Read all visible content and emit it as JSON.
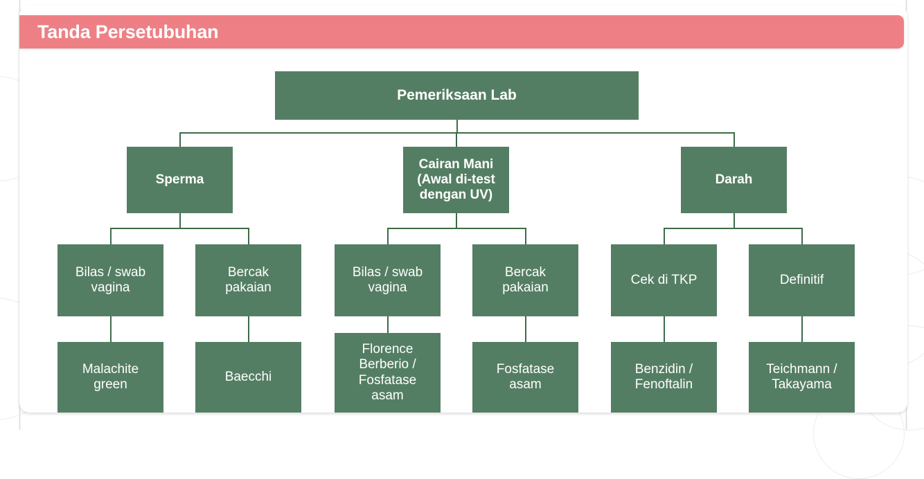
{
  "page": {
    "header": {
      "title": "Tanda Persetubuhan",
      "background_color": "#ee8085",
      "text_color": "#ffffff"
    },
    "node_color": "#547e63",
    "connector_color": "#3d6b47"
  },
  "chart_data": {
    "type": "diagram",
    "title": "Tanda Persetubuhan",
    "subtype": "tree-hierarchy",
    "root": "Pemeriksaan Lab",
    "levels": 4,
    "nodes": [
      {
        "id": "root",
        "label": "Pemeriksaan Lab",
        "level": 1,
        "parent": null
      },
      {
        "id": "sperma",
        "label": "Sperma",
        "level": 2,
        "parent": "root"
      },
      {
        "id": "cairan",
        "label": "Cairan Mani\n(Awal di-test\ndengan UV)",
        "level": 2,
        "parent": "root"
      },
      {
        "id": "darah",
        "label": "Darah",
        "level": 2,
        "parent": "root"
      },
      {
        "id": "s-bilas",
        "label": "Bilas / swab\nvagina",
        "level": 3,
        "parent": "sperma"
      },
      {
        "id": "s-bercak",
        "label": "Bercak\npakaian",
        "level": 3,
        "parent": "sperma"
      },
      {
        "id": "c-bilas",
        "label": "Bilas / swab\nvagina",
        "level": 3,
        "parent": "cairan"
      },
      {
        "id": "c-bercak",
        "label": "Bercak\npakaian",
        "level": 3,
        "parent": "cairan"
      },
      {
        "id": "d-cek",
        "label": "Cek di TKP",
        "level": 3,
        "parent": "darah"
      },
      {
        "id": "d-def",
        "label": "Definitif",
        "level": 3,
        "parent": "darah"
      },
      {
        "id": "s-bilas-t",
        "label": "Malachite\ngreen",
        "level": 4,
        "parent": "s-bilas"
      },
      {
        "id": "s-bercak-t",
        "label": "Baecchi",
        "level": 4,
        "parent": "s-bercak"
      },
      {
        "id": "c-bilas-t",
        "label": "Florence\nBerberio /\nFosfatase\nasam",
        "level": 4,
        "parent": "c-bilas"
      },
      {
        "id": "c-bercak-t",
        "label": "Fosfatase\nasam",
        "level": 4,
        "parent": "c-bercak"
      },
      {
        "id": "d-cek-t",
        "label": "Benzidin /\nFenoftalin",
        "level": 4,
        "parent": "d-cek"
      },
      {
        "id": "d-def-t",
        "label": "Teichmann /\nTakayama",
        "level": 4,
        "parent": "d-def"
      }
    ]
  }
}
